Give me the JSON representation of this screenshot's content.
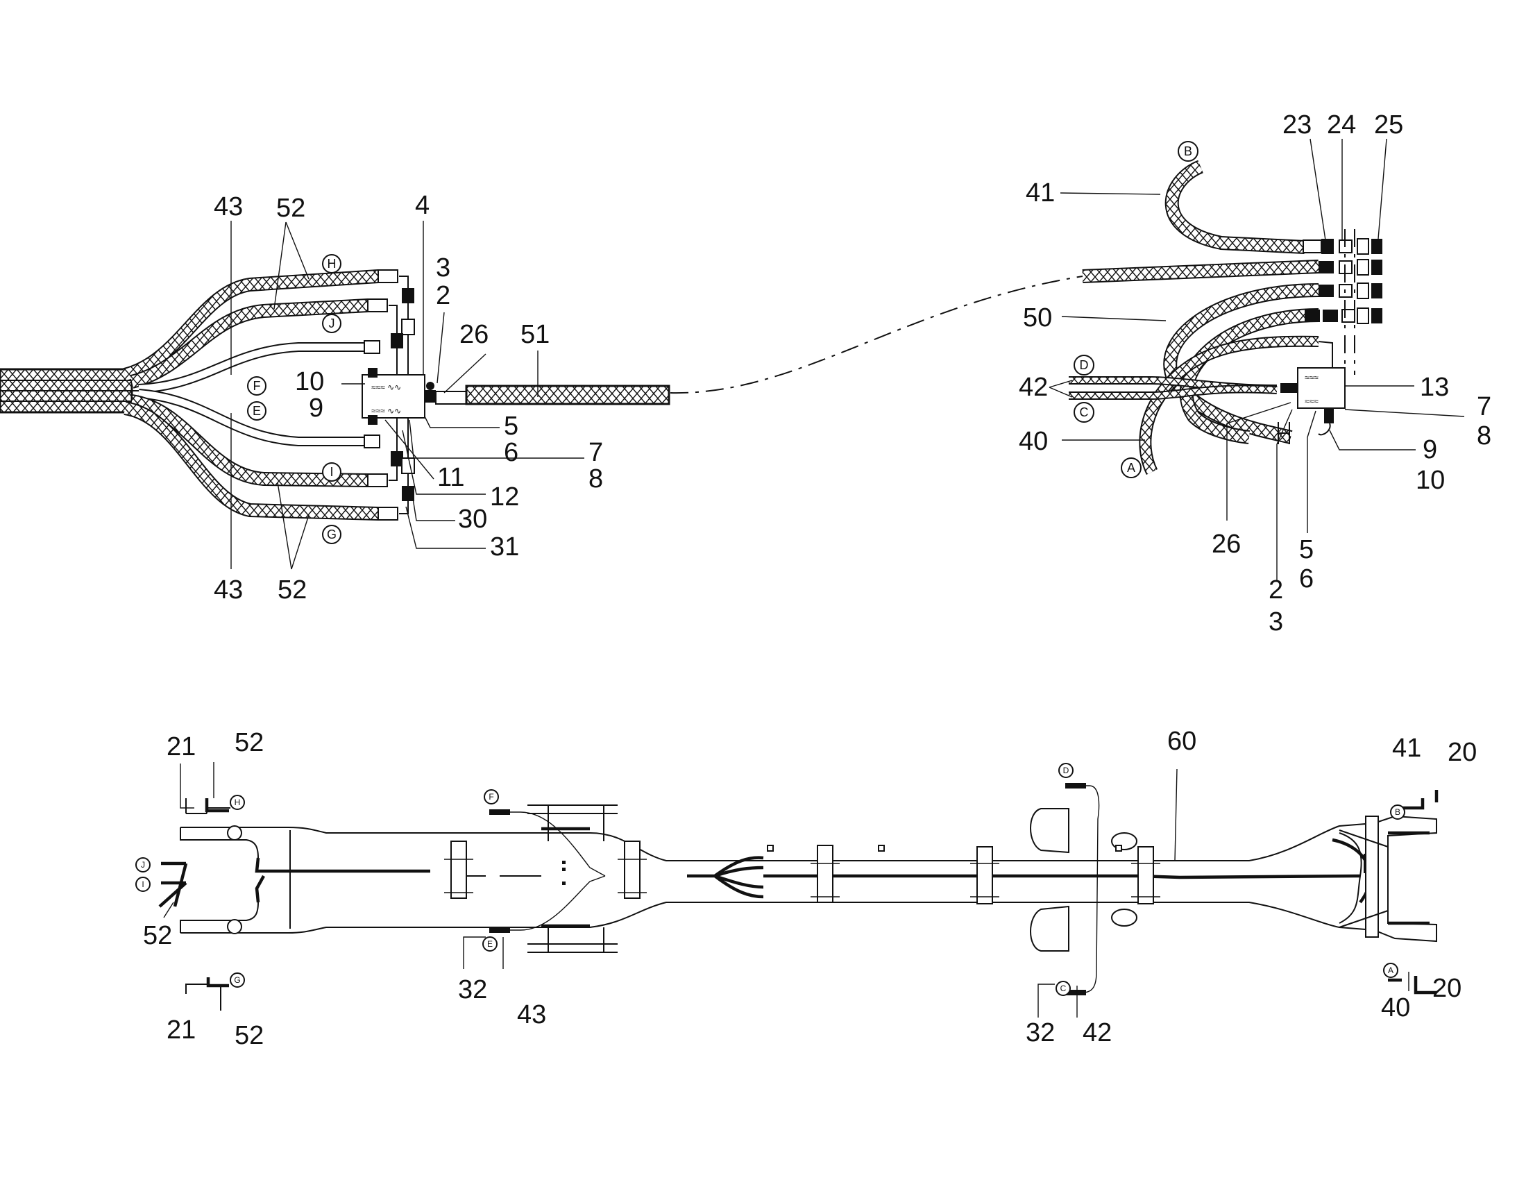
{
  "upper_left_callouts": {
    "c43_top": "43",
    "c52_top": "52",
    "c4": "4",
    "c3": "3",
    "c2": "2",
    "c26": "26",
    "c51": "51",
    "c10": "10",
    "c9": "9",
    "c5": "5",
    "c6": "6",
    "c7": "7",
    "c8": "8",
    "c11": "11",
    "c12": "12",
    "c30": "30",
    "c31": "31",
    "c43_bot": "43",
    "c52_bot": "52"
  },
  "upper_left_letters": {
    "H": "H",
    "J": "J",
    "F": "F",
    "E": "E",
    "I": "I",
    "G": "G"
  },
  "upper_right_callouts": {
    "c23": "23",
    "c24": "24",
    "c25": "25",
    "c41": "41",
    "c50": "50",
    "c42": "42",
    "c40": "40",
    "c13": "13",
    "c7": "7",
    "c8": "8",
    "c9": "9",
    "c10": "10",
    "c26": "26",
    "c2": "2",
    "c3": "3",
    "c5": "5",
    "c6": "6"
  },
  "upper_right_letters": {
    "B": "B",
    "D": "D",
    "C": "C",
    "A": "A"
  },
  "lower_callouts": {
    "c21_top": "21",
    "c52_top": "52",
    "c52_left": "52",
    "c21_bot": "21",
    "c52_bot": "52",
    "c32_left": "32",
    "c43": "43",
    "c60": "60",
    "c41": "41",
    "c20_top": "20",
    "c32_right": "32",
    "c42": "42",
    "c40": "40",
    "c20_bot": "20"
  },
  "lower_letters": {
    "H": "H",
    "J": "J",
    "I": "I",
    "G": "G",
    "F": "F",
    "E": "E",
    "D": "D",
    "C": "C",
    "B": "B",
    "A": "A"
  }
}
